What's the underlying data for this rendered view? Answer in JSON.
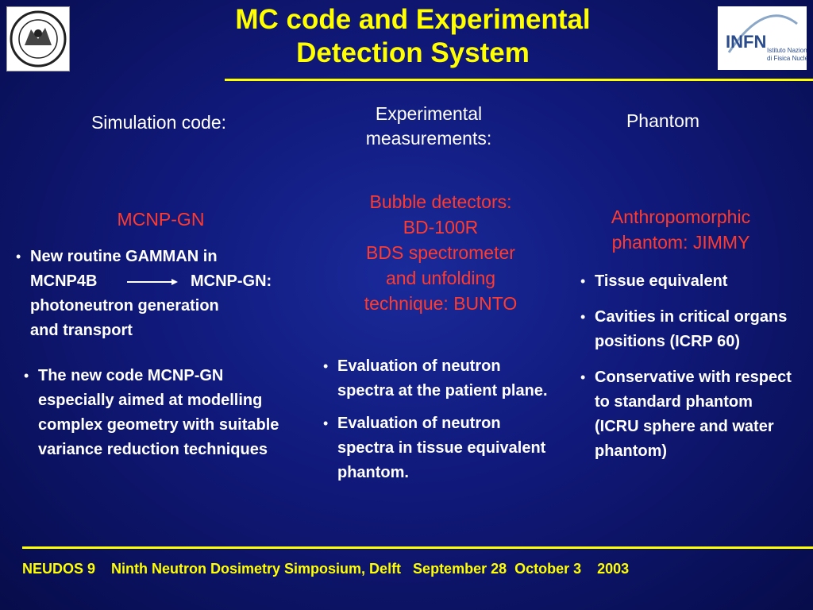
{
  "title": {
    "line1": "MC code and Experimental",
    "line2": "Detection System"
  },
  "logos": {
    "left_icon": "university-seal-icon",
    "right_icon": "infn-logo-icon",
    "infn_text": "INFN",
    "infn_sub1": "Istituto Nazionale",
    "infn_sub2": "di Fisica Nucleare"
  },
  "columns": {
    "left": {
      "heading": "Simulation code:",
      "subheading": "MCNP-GN",
      "bullet1": {
        "part1": "New routine GAMMAN in",
        "part2a": "MCNP4B",
        "part2b": "MCNP-GN:",
        "part3": "photoneutron generation",
        "part4": "and transport"
      },
      "bullet2": "The new code MCNP-GN especially aimed at modelling complex geometry with suitable variance reduction techniques"
    },
    "middle": {
      "heading": "Experimental measurements:",
      "subheading_lines": [
        "Bubble detectors:",
        "BD-100R",
        "BDS spectrometer",
        "and unfolding",
        "technique: BUNTO"
      ],
      "bullets": [
        "Evaluation of neutron spectra at the patient plane.",
        "Evaluation of neutron spectra in tissue equivalent phantom."
      ]
    },
    "right": {
      "heading": "Phantom",
      "subheading_lines": [
        "Anthropomorphic",
        "phantom: JIMMY"
      ],
      "bullets": [
        "Tissue equivalent",
        "Cavities in critical organs positions (ICRP 60)",
        "Conservative  with respect to standard phantom (ICRU sphere and water phantom)"
      ]
    }
  },
  "footer": "NEUDOS 9    Ninth Neutron Dosimetry Simposium, Delft   September 28  October 3    2003",
  "colors": {
    "title": "#ffff00",
    "accent_red": "#ff3b2f",
    "background": "#10197a"
  }
}
